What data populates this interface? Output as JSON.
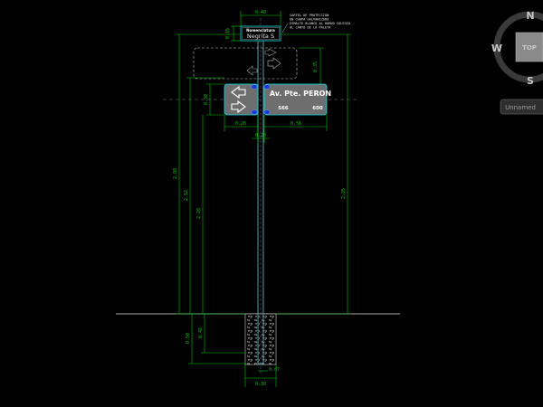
{
  "drawing": {
    "top_sign": {
      "caption": "Nomenclatura",
      "name": "Negrita S"
    },
    "main_sign": {
      "street": "Av. Pte. PERON",
      "left_number": "566",
      "right_number": "600"
    },
    "notes": [
      "CARTEL DE PROTECCION",
      "EN CHAPA GALVANIZADA",
      "ESMALTE BLANCO AL HORNO COLEGIO",
      "AL CANTO DE LA PALETA"
    ],
    "dimensions": {
      "top_width": "0.40",
      "top_height": "0.15",
      "sign_offset": "0.35",
      "sign_height": "0.30",
      "left_width": "0.26",
      "right_width": "0.56",
      "center_width": "0.20",
      "left_total": "2.80",
      "left_mid": "2.52",
      "left_inner": "2.20",
      "right_total": "2.85",
      "base_depth": "0.50",
      "base_inner": "0.46",
      "pipe_diameter": "0.07",
      "base_width": "0.30"
    }
  },
  "viewcube": {
    "north": "N",
    "west": "W",
    "south": "S",
    "face": "TOP",
    "dropdown": "Unnamed"
  },
  "colors": {
    "background": "#000000",
    "dimension": "#00c800",
    "sign_panel": "#6e6e6e",
    "sign_border": "#00e6e6",
    "pole": "#4fa3a3"
  }
}
